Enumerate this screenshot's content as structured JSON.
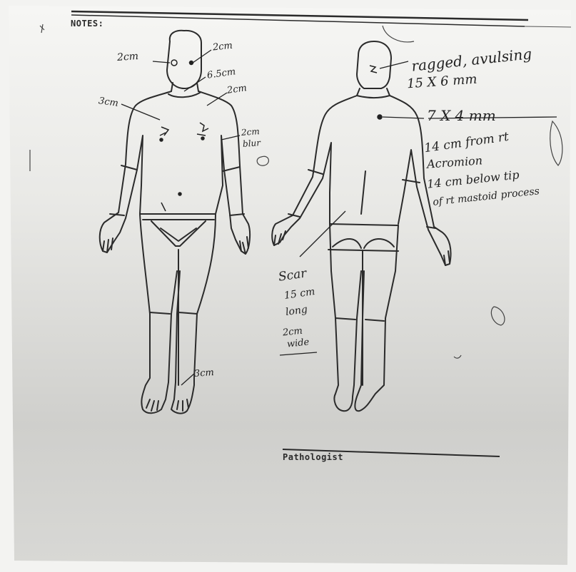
{
  "form": {
    "notes_label": "NOTES:",
    "pathologist_label": "Pathologist"
  },
  "annotations_front": {
    "left_eye": "2cm",
    "right_eye": "2cm",
    "neck": "6.5cm",
    "right_chest": "3cm",
    "left_shoulder": "2cm",
    "left_arm": "2cm",
    "left_arm_2": "blur",
    "ankle": "3cm"
  },
  "annotations_back": {
    "head_line1": "ragged, avulsing",
    "head_line2": "15 X 6 mm",
    "back_line1": "7 X 4 mm",
    "back_line2": "14 cm from rt",
    "back_line3": "Acromion",
    "back_line4": "14 cm below tip",
    "back_line5": "of rt mastoid process",
    "scar_line1": "Scar",
    "scar_line2": "15 cm",
    "scar_line3": "long",
    "scar_line4": "2cm",
    "scar_line5": "wide"
  }
}
